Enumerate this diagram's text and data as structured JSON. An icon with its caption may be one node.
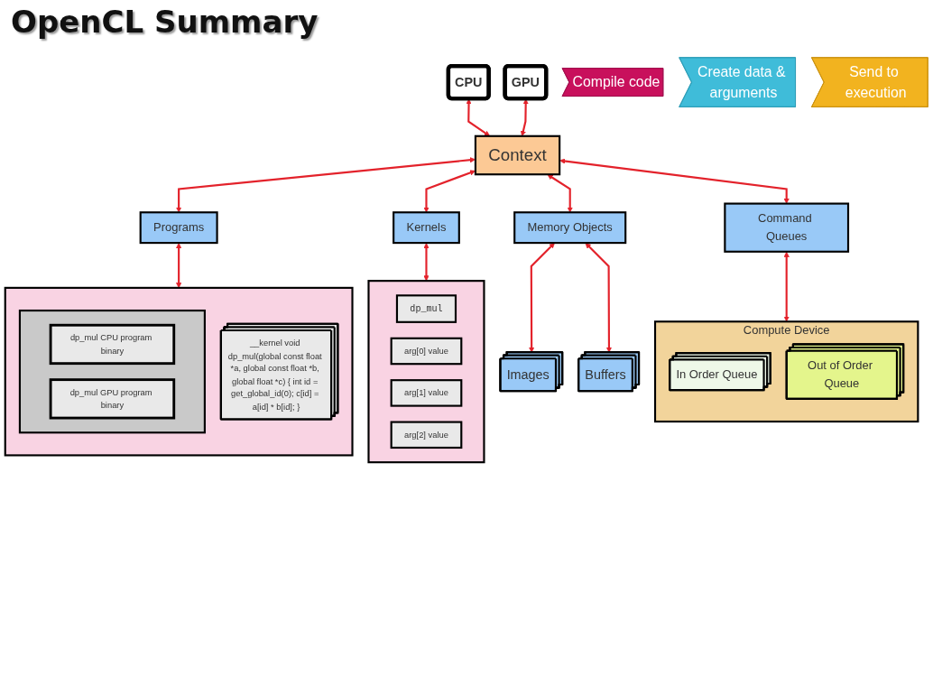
{
  "diagram": {
    "title": "OpenCL Summary",
    "nodes": [
      {
        "text": [
          "CPU"
        ]
      },
      {
        "text": [
          "GPU"
        ]
      },
      {
        "text": [
          "Context"
        ]
      },
      {
        "text": [
          "Programs"
        ]
      },
      {
        "text": [
          "Kernels"
        ]
      },
      {
        "text": [
          "Memory Objects"
        ]
      },
      {
        "text": [
          "Command Queues"
        ]
      },
      {
        "text": [],
        "shape": "box"
      },
      {
        "text": [
          "__kernel void dp_mul(global const float *a, global const float *b, global float *c) { int id = get_global_id(0); c[id] = a[id] * b[id]; }"
        ],
        "in": 7
      },
      {
        "text": [],
        "shape": "box",
        "in": 7
      },
      {
        "text": [
          "dp_mul CPU program binary"
        ],
        "in": 9
      },
      {
        "text": [
          "dp_mul GPU program binary"
        ],
        "in": 9
      },
      {
        "text": [],
        "shape": "box"
      },
      {
        "text": [
          "dp_mul"
        ],
        "in": 12
      },
      {
        "text": [
          "arg[0] value"
        ],
        "in": 12
      },
      {
        "text": [
          "arg[1] value"
        ],
        "in": 12
      },
      {
        "text": [
          "arg[2] value"
        ],
        "in": 12
      },
      {
        "text": [
          "Images"
        ]
      },
      {
        "text": [
          "Buffers"
        ]
      },
      {
        "text": [
          "Compute Device"
        ]
      },
      {
        "text": [
          "In Order Queue"
        ],
        "in": 19
      },
      {
        "text": [
          "Out of Order Queue"
        ],
        "in": 19
      },
      {
        "text": [
          "Compile code"
        ]
      },
      {
        "text": [
          "Create data & arguments"
        ]
      },
      {
        "text": [
          "Send to execution"
        ]
      }
    ],
    "edges": [
      {
        "from": 0,
        "to": 2,
        "arrow": "both"
      },
      {
        "from": 1,
        "to": 2,
        "arrow": "both"
      },
      {
        "from": 2,
        "to": 3,
        "arrow": "both"
      },
      {
        "from": 2,
        "to": 4,
        "arrow": "both"
      },
      {
        "from": 2,
        "to": 5,
        "arrow": "both"
      },
      {
        "from": 2,
        "to": 6,
        "arrow": "both"
      },
      {
        "from": 3,
        "to": 7,
        "arrow": "both"
      },
      {
        "from": 4,
        "to": 12,
        "arrow": "both"
      },
      {
        "from": 5,
        "to": 17,
        "arrow": "both"
      },
      {
        "from": 5,
        "to": 18,
        "arrow": "both"
      },
      {
        "from": 6,
        "to": 19,
        "arrow": "both"
      }
    ]
  }
}
